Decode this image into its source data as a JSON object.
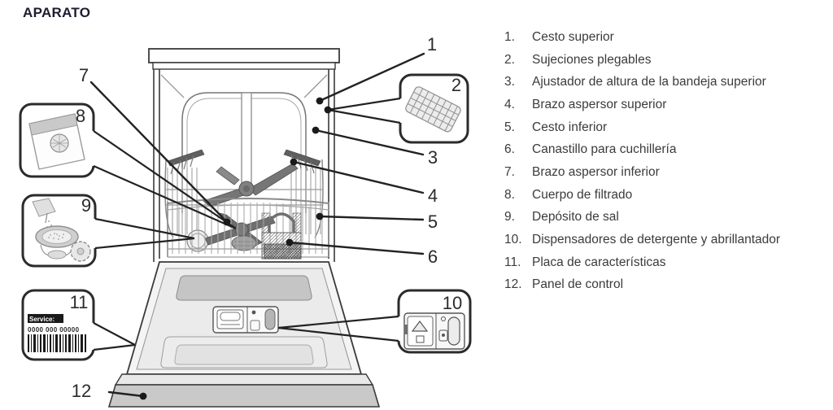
{
  "page": {
    "title": "APARATO"
  },
  "legend": [
    {
      "num": "1.",
      "label": "Cesto superior"
    },
    {
      "num": "2.",
      "label": "Sujeciones plegables"
    },
    {
      "num": "3.",
      "label": "Ajustador de altura de la bandeja superior"
    },
    {
      "num": "4.",
      "label": "Brazo aspersor superior"
    },
    {
      "num": "5.",
      "label": "Cesto inferior"
    },
    {
      "num": "6.",
      "label": "Canastillo para cuchillería"
    },
    {
      "num": "7.",
      "label": "Brazo aspersor inferior"
    },
    {
      "num": "8.",
      "label": "Cuerpo de filtrado"
    },
    {
      "num": "9.",
      "label": "Depósito de sal"
    },
    {
      "num": "10.",
      "label": "Dispensadores de detergente y abrillantador"
    },
    {
      "num": "11.",
      "label": "Placa de características"
    },
    {
      "num": "12.",
      "label": "Panel de control"
    }
  ],
  "callouts": {
    "c1": "1",
    "c2": "2",
    "c3": "3",
    "c4": "4",
    "c5": "5",
    "c6": "6",
    "c7": "7",
    "c8": "8",
    "c9": "9",
    "c10": "10",
    "c11": "11",
    "c12": "12"
  },
  "rating_plate": {
    "service": "Service:",
    "number": "0000 000 00000"
  },
  "colors": {
    "outline": "#3a3a3a",
    "leader": "#222222",
    "text": "#3b3b3b",
    "title": "#1d1d30"
  }
}
